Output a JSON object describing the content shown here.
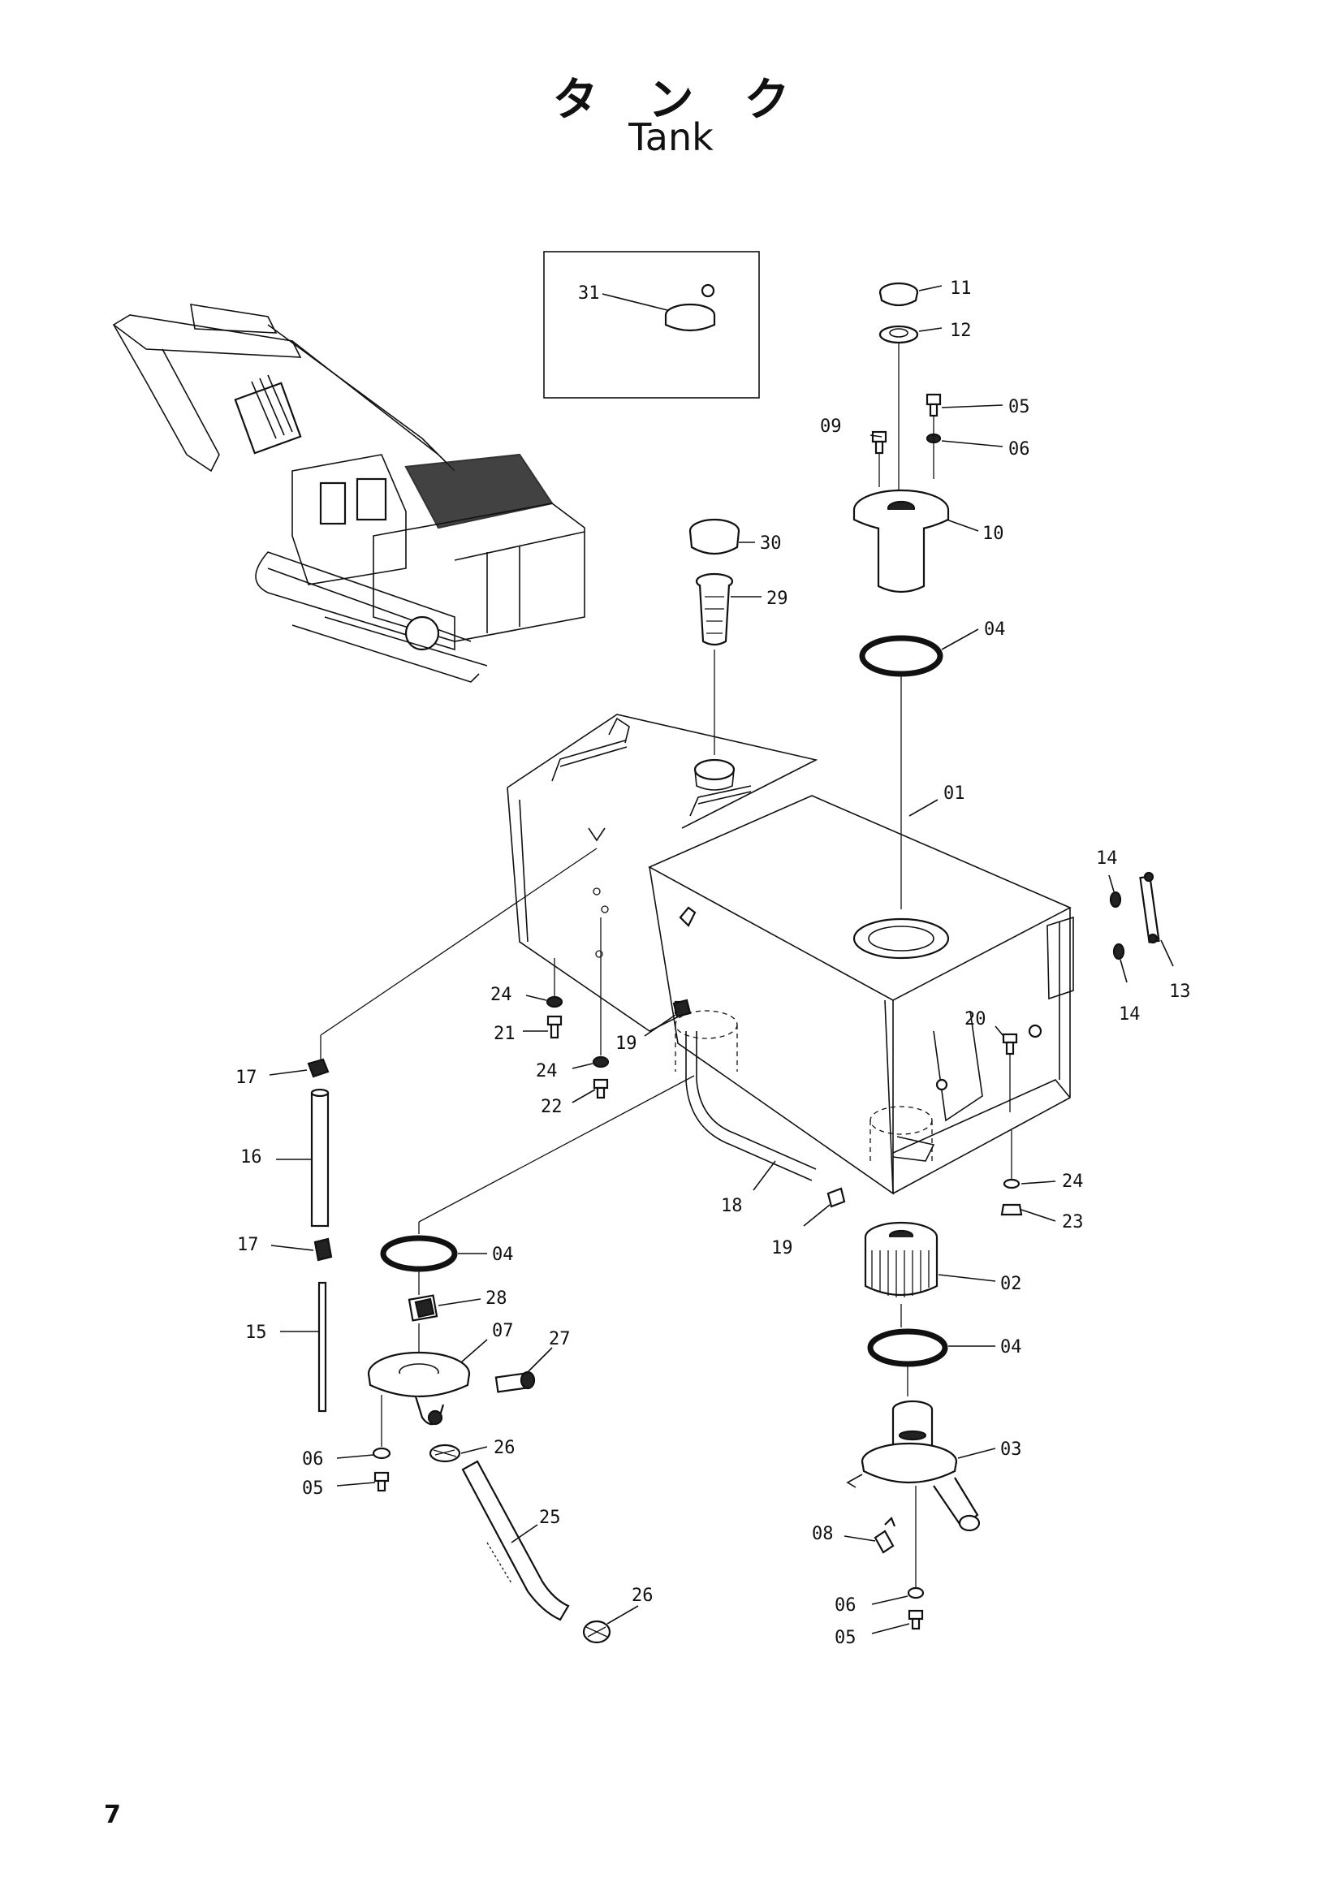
{
  "title": {
    "japanese": "タンク",
    "english": "Tank"
  },
  "page_number": "7",
  "callouts": {
    "p31": "31",
    "p11": "11",
    "p12": "12",
    "p05a": "05",
    "p09": "09",
    "p06a": "06",
    "p10": "10",
    "p30": "30",
    "p29": "29",
    "p04a": "04",
    "p01": "01",
    "p14a": "14",
    "p13": "13",
    "p14b": "14",
    "p20": "20",
    "p24a": "24",
    "p21": "21",
    "p19a": "19",
    "p24b": "24",
    "p22": "22",
    "p17a": "17",
    "p16": "16",
    "p17b": "17",
    "p15": "15",
    "p04b": "04",
    "p28": "28",
    "p07": "07",
    "p27": "27",
    "p06b": "06",
    "p05b": "05",
    "p26a": "26",
    "p25": "25",
    "p26b": "26",
    "p18": "18",
    "p19b": "19",
    "p24c": "24",
    "p23": "23",
    "p02": "02",
    "p04c": "04",
    "p03": "03",
    "p08": "08",
    "p06c": "06",
    "p05c": "05"
  }
}
